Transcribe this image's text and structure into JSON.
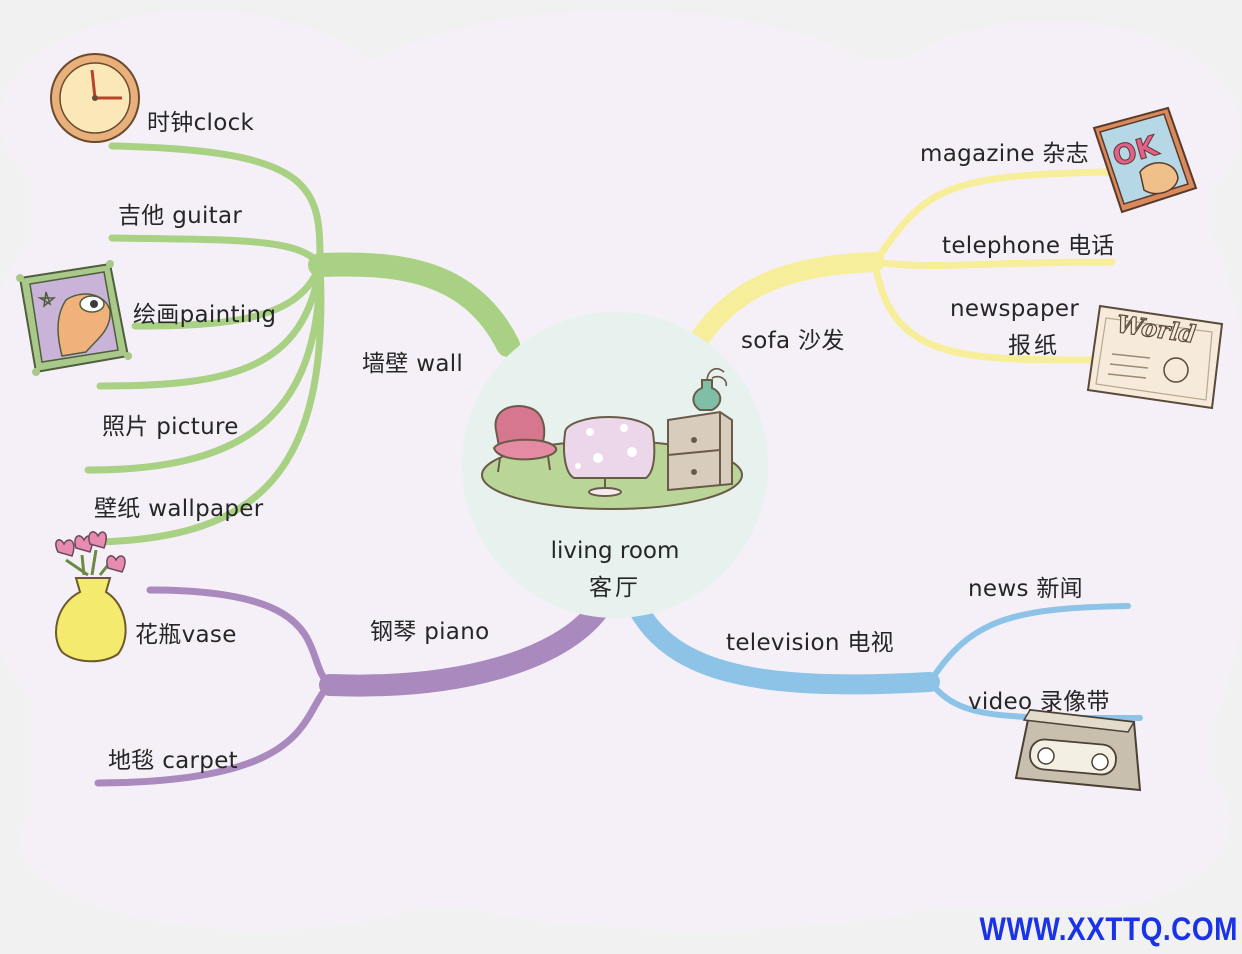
{
  "center": {
    "line1": "living room",
    "line2": "客厅"
  },
  "branches": {
    "wall": {
      "label": "墙壁 wall",
      "color": "#a9d184",
      "leaves": [
        "时钟clock",
        "吉他 guitar",
        "绘画painting",
        "照片 picture",
        "壁纸 wallpaper"
      ]
    },
    "piano": {
      "label": "钢琴 piano",
      "color": "#a989be",
      "leaves": [
        "花瓶vase",
        "地毯 carpet"
      ]
    },
    "sofa": {
      "label": "sofa 沙发",
      "color": "#f6ee9a",
      "leaves": [
        "magazine 杂志",
        "telephone 电话",
        "newspaper",
        "报纸"
      ]
    },
    "television": {
      "label": "television 电视",
      "color": "#8cc3e6",
      "leaves": [
        "news 新闻",
        "video 录像带"
      ]
    }
  },
  "pictures": {
    "magazine_sign": "OK",
    "newspaper_title": "World"
  },
  "watermark": "WWW.XXTTQ.COM"
}
